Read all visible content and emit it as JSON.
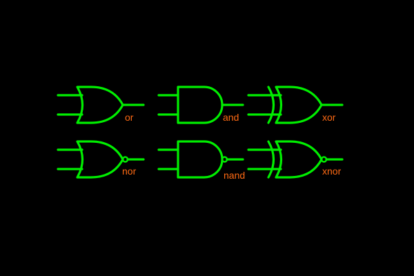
{
  "colors": {
    "background": "#000000",
    "gate": "#00ee00",
    "label": "#ff6a13"
  },
  "gates": [
    {
      "type": "or",
      "label": "or"
    },
    {
      "type": "and",
      "label": "and"
    },
    {
      "type": "xor",
      "label": "xor"
    },
    {
      "type": "nor",
      "label": "nor"
    },
    {
      "type": "nand",
      "label": "nand"
    },
    {
      "type": "xnor",
      "label": "xnor"
    }
  ]
}
